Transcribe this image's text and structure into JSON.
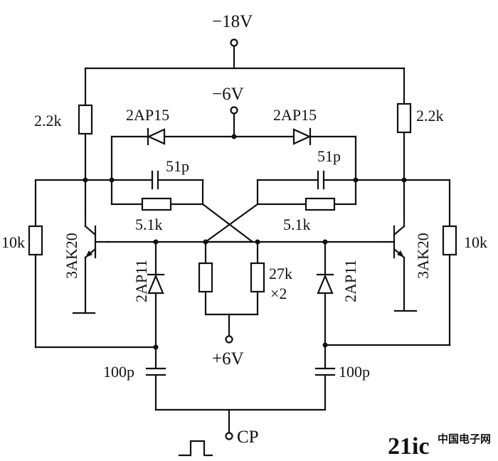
{
  "supplies": {
    "neg18": "−18V",
    "neg6": "−6V",
    "pos6": "+6V"
  },
  "components": {
    "collector_resistor": "2.2k",
    "speedup_cap": "51p",
    "feedback_resistor": "5.1k",
    "base_resistor": "10k",
    "transistor": "3AK20",
    "clamp_diode": "2AP15",
    "trigger_diode": "2AP11",
    "steering_resistors": "27k",
    "steering_count": "×2",
    "coupling_cap": "100p"
  },
  "input": {
    "clock_label": "CP"
  },
  "watermark": {
    "main": "21ic",
    "sub": "中国电子网"
  }
}
